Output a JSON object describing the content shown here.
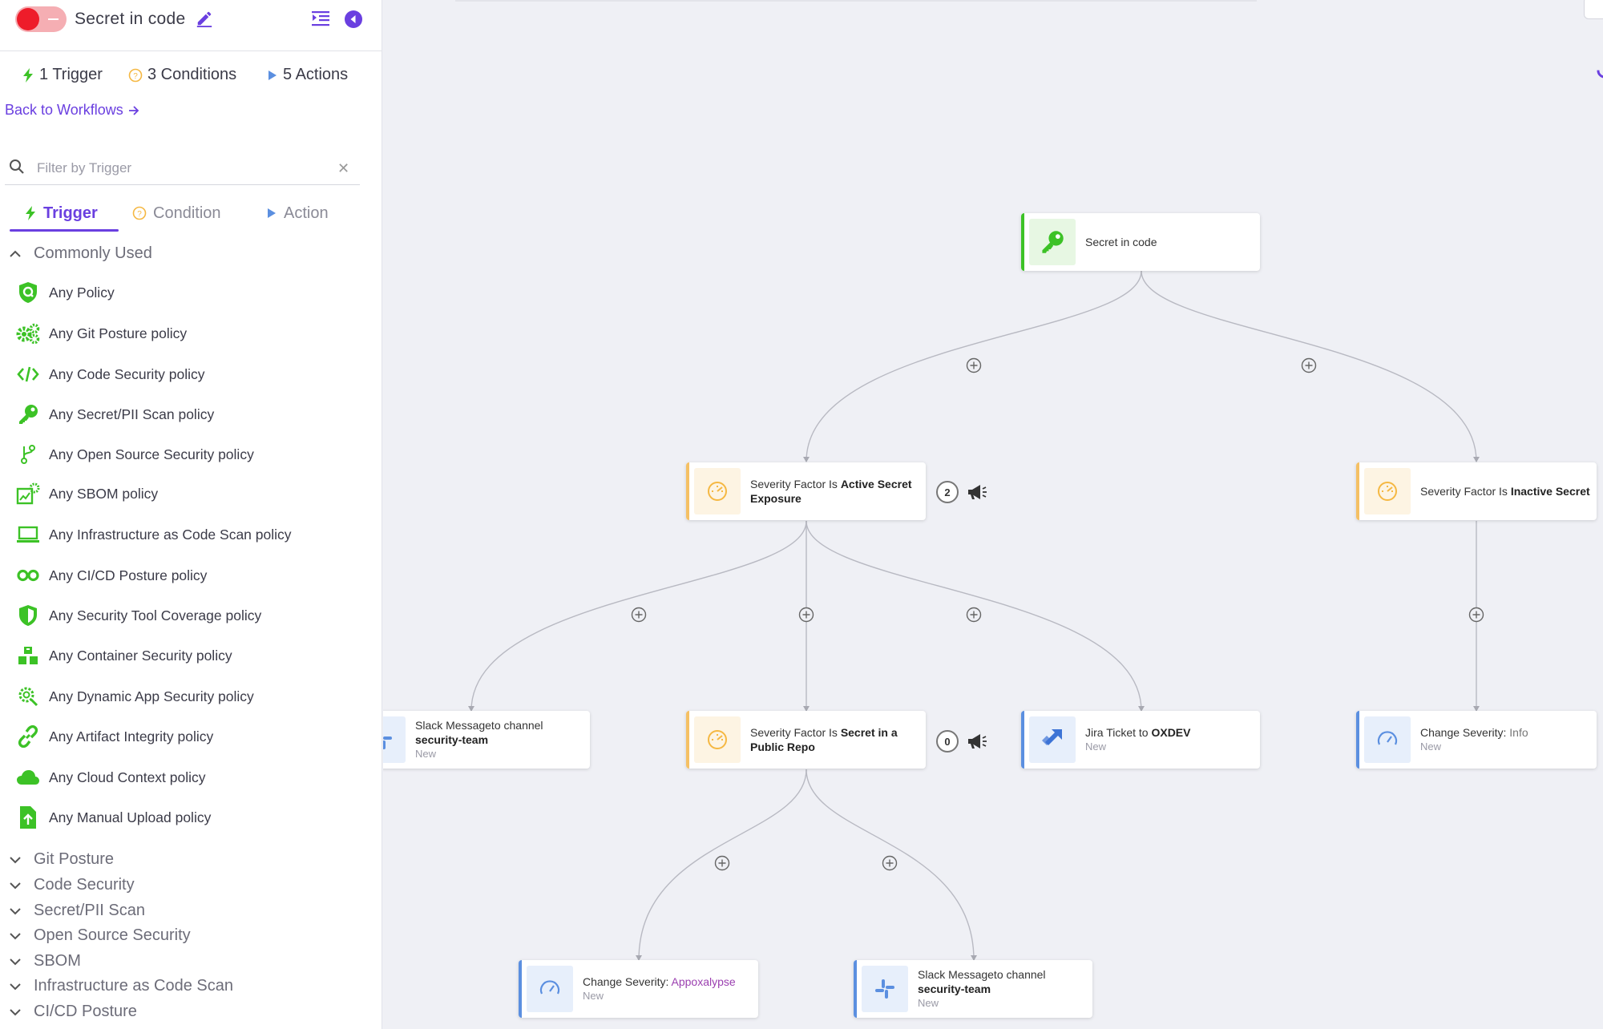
{
  "header": {
    "title": "Secret in code"
  },
  "counts": {
    "triggers": "1 Trigger",
    "conditions": "3 Conditions",
    "actions": "5 Actions"
  },
  "back_link": "Back to Workflows",
  "search": {
    "placeholder": "Filter by Trigger",
    "value": ""
  },
  "tabs": [
    {
      "label": "Trigger",
      "active": true
    },
    {
      "label": "Condition",
      "active": false
    },
    {
      "label": "Action",
      "active": false
    }
  ],
  "commonly_used": {
    "label": "Commonly Used",
    "items": [
      {
        "label": "Any Policy",
        "icon": "policy-shield-icon"
      },
      {
        "label": "Any Git Posture policy",
        "icon": "gears-icon"
      },
      {
        "label": "Any Code Security policy",
        "icon": "code-icon"
      },
      {
        "label": "Any Secret/PII Scan policy",
        "icon": "key-icon"
      },
      {
        "label": "Any Open Source Security policy",
        "icon": "branch-icon"
      },
      {
        "label": "Any SBOM policy",
        "icon": "sbom-icon"
      },
      {
        "label": "Any Infrastructure as Code Scan policy",
        "icon": "laptop-icon"
      },
      {
        "label": "Any CI/CD Posture policy",
        "icon": "infinity-icon"
      },
      {
        "label": "Any Security Tool Coverage policy",
        "icon": "shield-icon"
      },
      {
        "label": "Any Container Security policy",
        "icon": "boxes-icon"
      },
      {
        "label": "Any Dynamic App Security policy",
        "icon": "search-gear-icon"
      },
      {
        "label": "Any Artifact Integrity policy",
        "icon": "link-icon"
      },
      {
        "label": "Any Cloud Context policy",
        "icon": "cloud-icon"
      },
      {
        "label": "Any Manual Upload policy",
        "icon": "upload-file-icon"
      }
    ]
  },
  "categories": [
    "Git Posture",
    "Code Security",
    "Secret/PII Scan",
    "Open Source Security",
    "SBOM",
    "Infrastructure as Code Scan",
    "CI/CD Posture"
  ],
  "workflow": {
    "trigger": {
      "label": "Secret in code",
      "icon": "key-icon",
      "color": "#3cc226"
    },
    "condition_active": {
      "prefix": "Severity Factor Is ",
      "bold": "Active Secret Exposure",
      "badge": "2",
      "icon": "gauge-icon"
    },
    "condition_inactive": {
      "prefix": "Severity Factor Is ",
      "bold": "Inactive Secret",
      "icon": "gauge-icon"
    },
    "slack_1": {
      "line1": "Slack Messageto channel",
      "bold": "security-team",
      "status": "New",
      "icon": "slack-icon"
    },
    "condition_public": {
      "prefix": "Severity Factor Is ",
      "bold": "Secret in a Public Repo",
      "badge": "0",
      "icon": "gauge-icon"
    },
    "jira": {
      "prefix": "Jira Ticket to ",
      "bold": "OXDEV",
      "status": "New",
      "icon": "jira-icon"
    },
    "severity_info": {
      "prefix": "Change Severity: ",
      "value": "Info",
      "status": "New",
      "icon": "speedometer-icon"
    },
    "severity_appox": {
      "prefix": "Change Severity: ",
      "value": "Appoxalypse",
      "status": "New",
      "icon": "speedometer-icon"
    },
    "slack_2": {
      "line1": "Slack Messageto channel",
      "bold": "security-team",
      "status": "New",
      "icon": "slack-icon"
    }
  },
  "colors": {
    "accent": "#6a3fe0",
    "trigger_green": "#3cc226",
    "condition_orange": "#f5c064",
    "action_blue": "#5b8fe0",
    "toggle_red": "#ee1c2a"
  }
}
